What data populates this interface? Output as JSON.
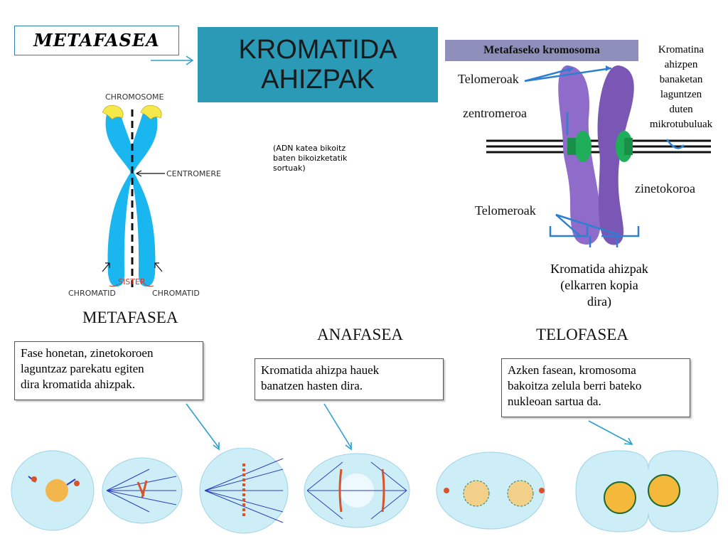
{
  "header": {
    "badge": "METAFASEA",
    "title": "KROMATIDA\nAHIZPAK",
    "subtitle": "(ADN katea bikoitz\nbaten bikoizketatik\nsortuak)"
  },
  "left_diagram": {
    "chromosome_label": "CHROMOSOME",
    "centromere_label": "CENTROMERE",
    "sister_label": "SISTER",
    "chromatid_left": "CHROMATID",
    "chromatid_right": "CHROMATID"
  },
  "right_diagram": {
    "banner": "Metafaseko kromosoma",
    "telomeroak_top": "Telomeroak",
    "zentromeroa": "zentromeroa",
    "microtubule_note": "Kromatina\nahizpen\nbanaketan\nlaguntzen\nduten\nmikrotubuluak",
    "zinetokoroa": "zinetokoroa",
    "telomeroak_bottom": "Telomeroak",
    "caption": "Kromatida ahizpak\n(elkarren kopia\ndira)"
  },
  "phases": {
    "metafasea": {
      "title": "METAFASEA",
      "description": "Fase honetan, zinetokoroen\nlaguntzaz parekatu egiten\ndira kromatida ahizpak."
    },
    "anafasea": {
      "title": "ANAFASEA",
      "description": "Kromatida ahizpa hauek\nbanatzen hasten dira."
    },
    "telofasea": {
      "title": "TELOFASEA",
      "description": "Azken fasean, kromosoma\nbakoitza zelula berri bateko\nnukleoan sartua da."
    }
  },
  "colors": {
    "title_box": "#2b9ab7",
    "banner": "#8e8fbb",
    "chromosome_blue": "#1ab6ef",
    "chromosome_purple": "#8f6cc9",
    "centromere_green": "#1fae5a",
    "cell_fill": "#cdeef7",
    "arrow": "#2f9fcf"
  }
}
